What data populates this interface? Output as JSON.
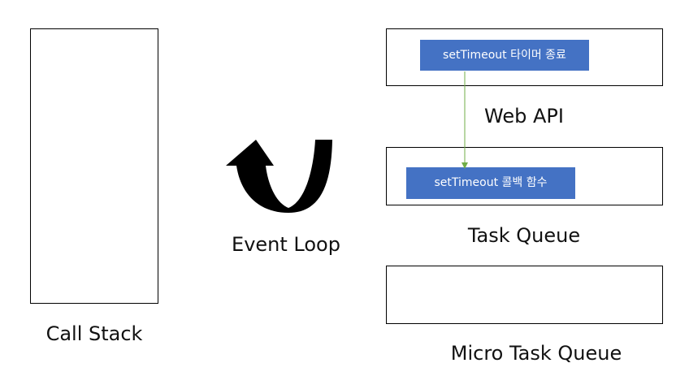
{
  "regions": {
    "call_stack": {
      "label": "Call Stack"
    },
    "web_api": {
      "label": "Web API",
      "item": "setTimeout 타이머 종료"
    },
    "task_queue": {
      "label": "Task Queue",
      "item": "setTimeout 콜백 함수"
    },
    "micro_task_queue": {
      "label": "Micro Task Queue"
    },
    "event_loop": {
      "label": "Event Loop",
      "icon": "curved-arrow-icon"
    }
  },
  "colors": {
    "chip_fill": "#4472c4",
    "connector": "#70ad47",
    "border": "#000000"
  }
}
